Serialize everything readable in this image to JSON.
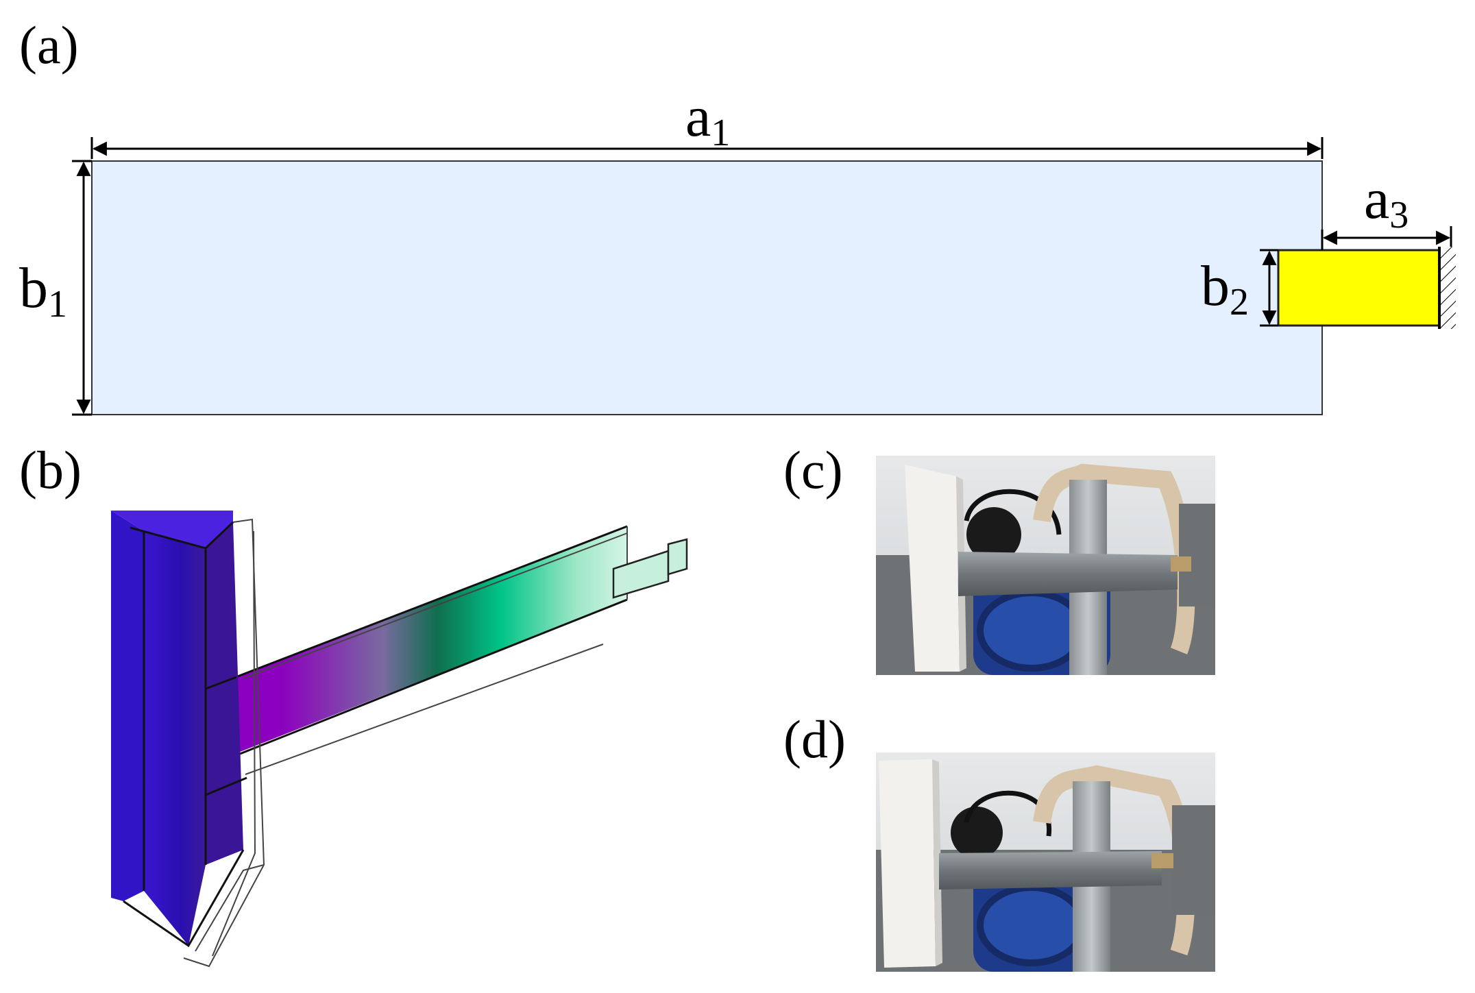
{
  "panels": {
    "a": {
      "label": "(a)"
    },
    "b": {
      "label": "(b)"
    },
    "c": {
      "label": "(c)"
    },
    "d": {
      "label": "(d)"
    }
  },
  "dimensions": {
    "a1": {
      "base": "a",
      "sub": "1"
    },
    "a3": {
      "base": "a",
      "sub": "3"
    },
    "b1": {
      "base": "b",
      "sub": "1"
    },
    "b2": {
      "base": "b",
      "sub": "2"
    }
  },
  "colors": {
    "plate_fill": "#e4efff",
    "clamp_fill": "#ffff00",
    "prism_color": "#2d10b8",
    "gradient_start": "#7a00c8",
    "gradient_mid": "#00c080",
    "gradient_end": "#d8f5e8"
  }
}
